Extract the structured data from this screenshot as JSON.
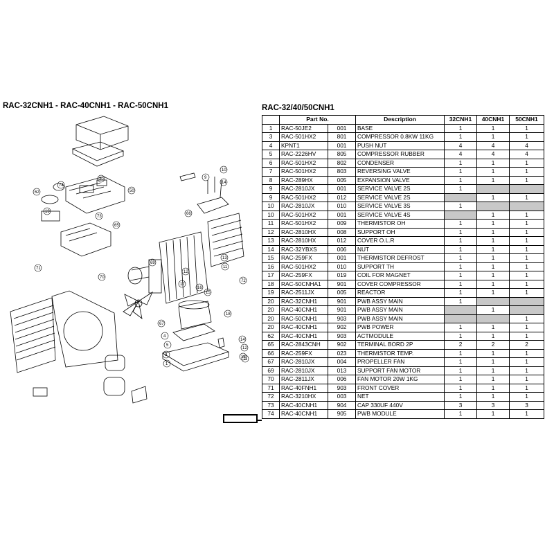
{
  "left_title": "RAC-32CNH1 - RAC-40CNH1 - RAC-50CNH1",
  "right_title": "RAC-32/40/50CNH1",
  "table": {
    "headers": {
      "no": "",
      "part_no": "Part No.",
      "description": "Description",
      "q1": "32CNH1",
      "q2": "40CNH1",
      "q3": "50CNH1"
    },
    "rows": [
      {
        "no": "1",
        "pn": "RAC-50JE2",
        "suf": "001",
        "desc": "BASE",
        "q1": "1",
        "q2": "1",
        "q3": "1"
      },
      {
        "no": "3",
        "pn": "RAC-501HX2",
        "suf": "801",
        "desc": "COMPRESSOR 0.8KW 11KG",
        "q1": "1",
        "q2": "1",
        "q3": "1"
      },
      {
        "no": "4",
        "pn": "KPNT1",
        "suf": "001",
        "desc": "PUSH NUT",
        "q1": "4",
        "q2": "4",
        "q3": "4"
      },
      {
        "no": "5",
        "pn": "RAC-2226HV",
        "suf": "805",
        "desc": "COMPRESSOR RUBBER",
        "q1": "4",
        "q2": "4",
        "q3": "4"
      },
      {
        "no": "6",
        "pn": "RAC-501HX2",
        "suf": "802",
        "desc": "CONDENSER",
        "q1": "1",
        "q2": "1",
        "q3": "1"
      },
      {
        "no": "7",
        "pn": "RAC-501HX2",
        "suf": "803",
        "desc": "REVERSING VALVE",
        "q1": "1",
        "q2": "1",
        "q3": "1"
      },
      {
        "no": "8",
        "pn": "RAC-289HX",
        "suf": "005",
        "desc": "EXPANSION VALVE",
        "q1": "1",
        "q2": "1",
        "q3": "1"
      },
      {
        "no": "9",
        "pn": "RAC-2810JX",
        "suf": "001",
        "desc": "SERVICE VALVE 2S",
        "q1": "1",
        "q2": "",
        "q3": "",
        "s2": true,
        "s3": true
      },
      {
        "no": "9",
        "pn": "RAC-501HX2",
        "suf": "012",
        "desc": "SERVICE VALVE 2S",
        "q1": "",
        "q2": "1",
        "q3": "1",
        "s1": true
      },
      {
        "no": "10",
        "pn": "RAC-2810JX",
        "suf": "010",
        "desc": "SERVICE VALVE 3S",
        "q1": "1",
        "q2": "",
        "q3": "",
        "s2": true,
        "s3": true
      },
      {
        "no": "10",
        "pn": "RAC-501HX2",
        "suf": "001",
        "desc": "SERVICE VALVE 4S",
        "q1": "",
        "q2": "1",
        "q3": "1",
        "s1": true
      },
      {
        "no": "11",
        "pn": "RAC-501HX2",
        "suf": "009",
        "desc": "THERMISTOR OH",
        "q1": "1",
        "q2": "1",
        "q3": "1"
      },
      {
        "no": "12",
        "pn": "RAC-2810HX",
        "suf": "008",
        "desc": "SUPPORT OH",
        "q1": "1",
        "q2": "1",
        "q3": "1"
      },
      {
        "no": "13",
        "pn": "RAC-2810HX",
        "suf": "012",
        "desc": "COVER O.L.R",
        "q1": "1",
        "q2": "1",
        "q3": "1"
      },
      {
        "no": "14",
        "pn": "RAC-32YBXS",
        "suf": "006",
        "desc": "NUT",
        "q1": "1",
        "q2": "1",
        "q3": "1"
      },
      {
        "no": "15",
        "pn": "RAC-259FX",
        "suf": "001",
        "desc": "THERMISTOR DEFROST",
        "q1": "1",
        "q2": "1",
        "q3": "1"
      },
      {
        "no": "16",
        "pn": "RAC-501HX2",
        "suf": "010",
        "desc": "SUPPORT TH",
        "q1": "1",
        "q2": "1",
        "q3": "1"
      },
      {
        "no": "17",
        "pn": "RAC-259FX",
        "suf": "019",
        "desc": "COIL FOR MAGNET",
        "q1": "1",
        "q2": "1",
        "q3": "1"
      },
      {
        "no": "18",
        "pn": "RAC-50CNHA1",
        "suf": "901",
        "desc": "COVER COMPRESSOR",
        "q1": "1",
        "q2": "1",
        "q3": "1"
      },
      {
        "no": "19",
        "pn": "RAC-2511JX",
        "suf": "005",
        "desc": "REACTOR",
        "q1": "1",
        "q2": "1",
        "q3": "1"
      },
      {
        "no": "20",
        "pn": "RAC-32CNH1",
        "suf": "901",
        "desc": "PWB ASSY MAIN",
        "q1": "1",
        "q2": "",
        "q3": "",
        "s2": true,
        "s3": true
      },
      {
        "no": "20",
        "pn": "RAC-40CNH1",
        "suf": "901",
        "desc": "PWB ASSY MAIN",
        "q1": "",
        "q2": "1",
        "q3": "",
        "s1": true,
        "s3": true
      },
      {
        "no": "20",
        "pn": "RAC-50CNH1",
        "suf": "903",
        "desc": "PWB ASSY MAIN",
        "q1": "",
        "q2": "",
        "q3": "1",
        "s1": true,
        "s2": true
      },
      {
        "no": "20",
        "pn": "RAC-40CNH1",
        "suf": "902",
        "desc": "PWB POWER",
        "q1": "1",
        "q2": "1",
        "q3": "1"
      },
      {
        "no": "62",
        "pn": "RAC-40CNH1",
        "suf": "903",
        "desc": "ACTMODULE",
        "q1": "1",
        "q2": "1",
        "q3": "1"
      },
      {
        "no": "65",
        "pn": "RAC-2843CNH",
        "suf": "902",
        "desc": "TERMINAL BORD 2P",
        "q1": "2",
        "q2": "2",
        "q3": "2"
      },
      {
        "no": "66",
        "pn": "RAC-259FX",
        "suf": "023",
        "desc": "THERMISTOR TEMP.",
        "q1": "1",
        "q2": "1",
        "q3": "1"
      },
      {
        "no": "67",
        "pn": "RAC-2810JX",
        "suf": "004",
        "desc": "PROPELLER FAN",
        "q1": "1",
        "q2": "1",
        "q3": "1"
      },
      {
        "no": "69",
        "pn": "RAC-2810JX",
        "suf": "013",
        "desc": "SUPPORT FAN MOTOR",
        "q1": "1",
        "q2": "1",
        "q3": "1"
      },
      {
        "no": "70",
        "pn": "RAC-2811JX",
        "suf": "006",
        "desc": "FAN MOTOR 20W 1KG",
        "q1": "1",
        "q2": "1",
        "q3": "1"
      },
      {
        "no": "71",
        "pn": "RAC-40FNH1",
        "suf": "903",
        "desc": "FRONT COVER",
        "q1": "1",
        "q2": "1",
        "q3": "1"
      },
      {
        "no": "72",
        "pn": "RAC-3210HX",
        "suf": "003",
        "desc": "NET",
        "q1": "1",
        "q2": "1",
        "q3": "1"
      },
      {
        "no": "73",
        "pn": "RAC-40CNH1",
        "suf": "904",
        "desc": "CAP 330UF 440V",
        "q1": "3",
        "q2": "3",
        "q3": "3"
      },
      {
        "no": "74",
        "pn": "RAC-40CNH1",
        "suf": "905",
        "desc": "PWB MODULE",
        "q1": "1",
        "q2": "1",
        "q3": "1"
      }
    ]
  },
  "diagram": {
    "callouts": [
      "10",
      "9",
      "14",
      "73",
      "74",
      "30",
      "50",
      "62",
      "19",
      "73",
      "65",
      "66",
      "13",
      "11",
      "69",
      "70",
      "72",
      "71",
      "12",
      "17",
      "16",
      "15",
      "67",
      "18",
      "5",
      "4",
      "3",
      "1",
      "14",
      "12",
      "16",
      "11"
    ]
  }
}
